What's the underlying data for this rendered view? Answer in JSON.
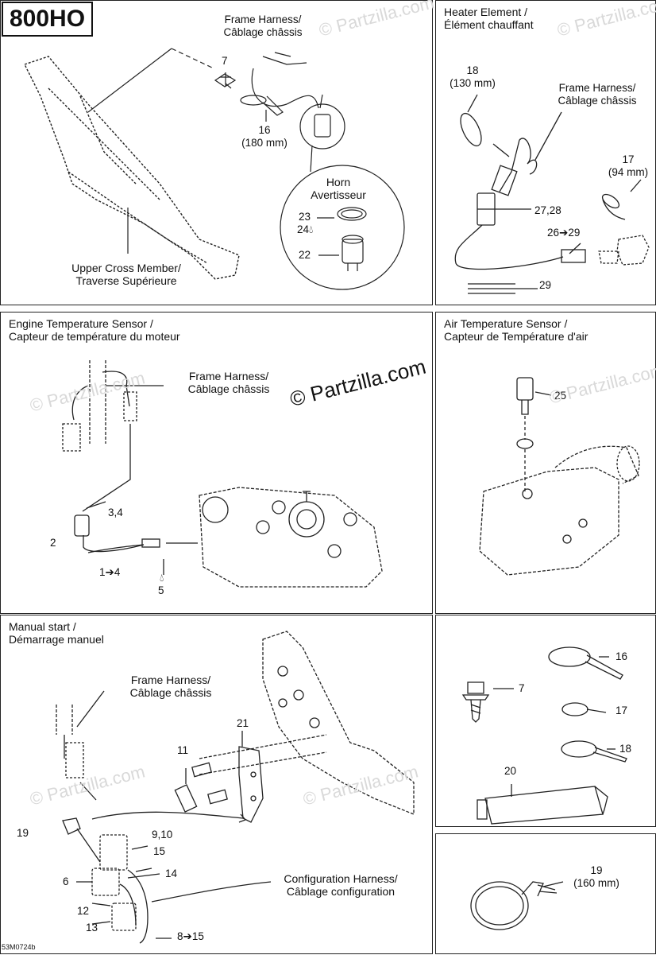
{
  "model": "800HO",
  "main_watermark": "© Partzilla.com",
  "faint_watermark": "© Partzilla.com",
  "footer_code": "53M0724b",
  "panel_horn": {
    "frame_harness": "Frame Harness/\nCâblage châssis",
    "n7": "7",
    "n16": "16\n(180 mm)",
    "horn": "Horn\nAvertisseur",
    "n23": "23",
    "n24": "24",
    "n22": "22",
    "upper_cross": "Upper Cross Member/\nTraverse Supérieure"
  },
  "panel_heater": {
    "title": "Heater Element /\nÉlément chauffant",
    "n18": "18\n(130 mm)",
    "frame_harness": "Frame Harness/\nCâblage châssis",
    "n17": "17\n(94 mm)",
    "n27_28": "27,28",
    "n26_29": "26➔29",
    "n29": "29"
  },
  "panel_engine": {
    "title": "Engine Temperature Sensor /\nCapteur de température du moteur",
    "frame_harness": "Frame Harness/\nCâblage châssis",
    "n3_4": "3,4",
    "n2": "2",
    "n1_4": "1➔4",
    "n5": "5"
  },
  "panel_air": {
    "title": "Air Temperature Sensor /\nCapteur de Température d'air",
    "n25": "25"
  },
  "panel_manual": {
    "title": "Manual start /\nDémarrage manuel",
    "frame_harness": "Frame Harness/\nCâblage châssis",
    "n21": "21",
    "n11": "11",
    "n19": "19",
    "n9_10": "9,10",
    "n15": "15",
    "n14": "14",
    "n6": "6",
    "config_harness": "Configuration Harness/\nCâblage configuration",
    "n12": "12",
    "n13": "13",
    "n8_15": "8➔15"
  },
  "panel_hardware": {
    "n16": "16",
    "n7": "7",
    "n17": "17",
    "n18": "18",
    "n20": "20"
  },
  "panel_tie": {
    "n19": "19\n(160 mm)"
  }
}
